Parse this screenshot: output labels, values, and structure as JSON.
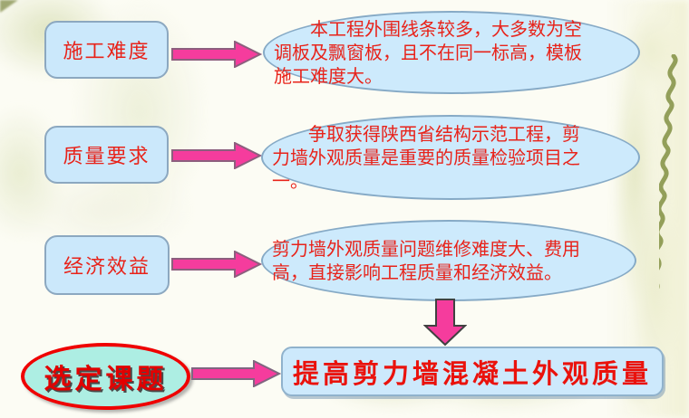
{
  "slide": {
    "rows": [
      {
        "label": "施工难度",
        "desc": "本工程外围线条较多，大多数为空调板及飘窗板，且不在同一标高，模板施工难度大。"
      },
      {
        "label": "质量要求",
        "desc": "争取获得陕西省结构示范工程，剪力墙外观质量是重要的质量检验项目之一。"
      },
      {
        "label": "经济效益",
        "desc": "剪力墙外观质量问题维修难度大、费用高，直接影响工程质量和经济效益。"
      }
    ],
    "conclusion_label": "选定课题",
    "topic": "提高剪力墙混凝土外观质量"
  },
  "icons": {
    "right_arrow": "block-arrow-right-icon",
    "down_arrow": "block-arrow-down-icon",
    "vine": "vine-squiggle-icon"
  },
  "colors": {
    "arrow_fill": "#f53c9d",
    "arrow_outline": "#8c5f7e",
    "node_fill": "#cbe8fb",
    "node_border": "#8ca8c0",
    "text_red": "#e8231a",
    "conclusion_fill": "#adeee3",
    "conclusion_border": "#ef0000",
    "vine_green": "#8d9a52"
  }
}
